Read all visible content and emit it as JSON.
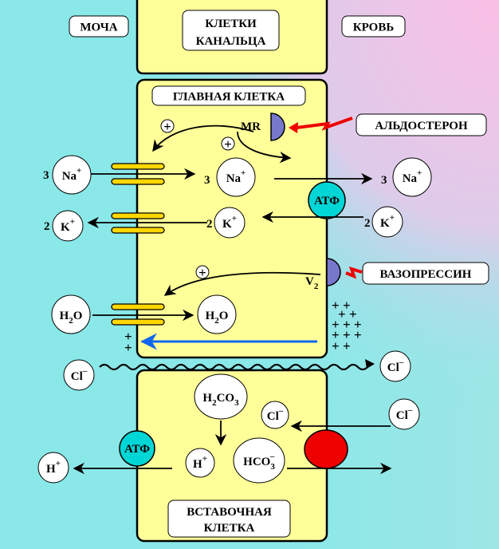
{
  "labels": {
    "urine": "МОЧА",
    "tubule_cells_1": "КЛЕТКИ",
    "tubule_cells_2": "КАНАЛЬЦА",
    "blood": "КРОВЬ",
    "principal_cell": "ГЛАВНАЯ КЛЕТКА",
    "intercalated_cell_1": "ВСТАВОЧНАЯ",
    "intercalated_cell_2": "КЛЕТКА",
    "aldosterone": "АЛЬДОСТЕРОН",
    "vasopressin": "ВАЗОПРЕССИН",
    "mr": "MR",
    "v2_main": "V",
    "v2_sub": "2",
    "atp": "АТФ",
    "plus": "+",
    "minus": "–"
  },
  "ions": {
    "na_base": "Na",
    "na_sup": "+",
    "k_base": "K",
    "k_sup": "+",
    "h_base": "H",
    "h_sup": "+",
    "cl_base": "Cl",
    "cl_sup": "–",
    "h2o_a": "H",
    "h2o_sub": "2",
    "h2o_b": "O",
    "h2co3_a": "H",
    "h2co3_sub1": "2",
    "h2co3_b": "CO",
    "h2co3_sub2": "3",
    "hco3_a": "HCO",
    "hco3_sub": "3",
    "hco3_sup": "–"
  },
  "coefficients": {
    "na_urine": "3",
    "na_cell": "3",
    "na_blood": "3",
    "k_urine": "2",
    "k_cell": "2",
    "k_blood": "2"
  },
  "colors": {
    "bg_left": "#8ae8e8",
    "bg_right_top": "#f7c4e6",
    "cell_fill": "#ffff99",
    "channel_fill": "#ffd700",
    "atp_fill": "#00d6d6",
    "receptor_fill": "#7777cc",
    "exchanger_fill": "#ee0000",
    "lightning": "#ee0000",
    "water_arrow": "#1166ee"
  }
}
